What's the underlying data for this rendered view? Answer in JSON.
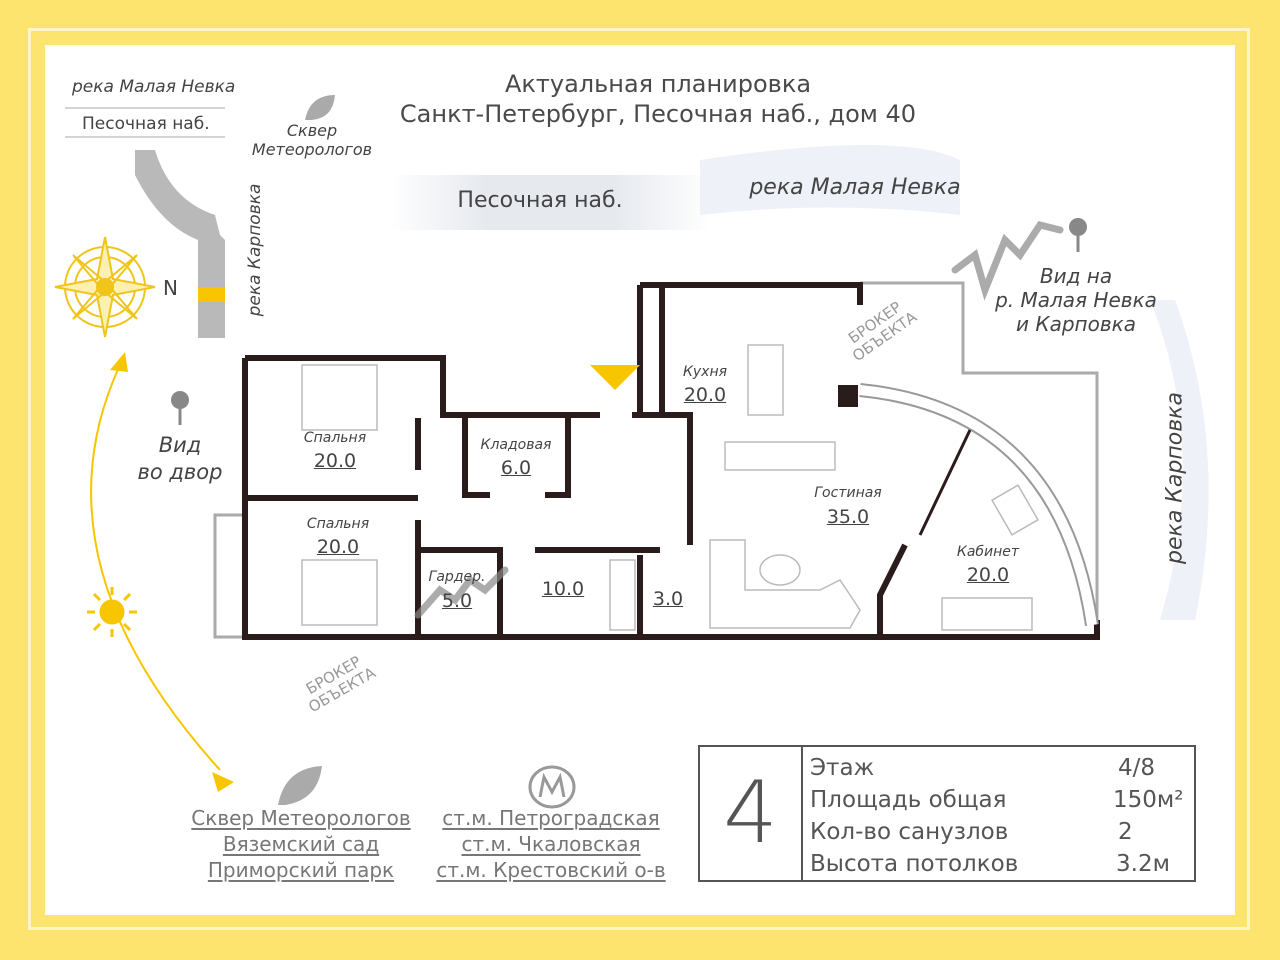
{
  "header": {
    "title_line1": "Актуальная планировка",
    "title_line2": "Санкт-Петербург, Песочная наб., дом 40"
  },
  "map": {
    "river_top_left": "река  Малая Невка",
    "embankment_top_left": "Песочная наб.",
    "square": [
      "Сквер",
      "Метеорологов"
    ],
    "river_karpovka_left": "река  Карповка",
    "north": "N",
    "embankment_band": "Песочная наб.",
    "river_top": "река  Малая Невка",
    "view_right": [
      "Вид на",
      "р. Малая Невка",
      "и Карповка"
    ],
    "river_karpovka_right": "река  Карповка",
    "view_yard": [
      "Вид",
      "во двор"
    ]
  },
  "watermark": [
    "БРОКЕР",
    "ОБЪЕКТА"
  ],
  "rooms": [
    {
      "name": "Спальня",
      "area": "20.0"
    },
    {
      "name": "Спальня",
      "area": "20.0"
    },
    {
      "name": "Кладовая",
      "area": "6.0"
    },
    {
      "name": "Гардер.",
      "area": "5.0"
    },
    {
      "name": "",
      "area": "10.0"
    },
    {
      "name": "",
      "area": "3.0"
    },
    {
      "name": "Кухня",
      "area": "20.0"
    },
    {
      "name": "Гостиная",
      "area": "35.0"
    },
    {
      "name": "Кабинет",
      "area": "20.0"
    }
  ],
  "nearby": {
    "parks": [
      "Сквер Метеорологов",
      "Вяземский сад",
      "Приморский парк"
    ],
    "metro": [
      "ст.м. Петроградская",
      "ст.м. Чкаловская",
      "ст.м. Крестовский о-в"
    ]
  },
  "info": {
    "floor_big": "4",
    "rows": [
      {
        "label": "Этаж",
        "value": "4/8"
      },
      {
        "label": "Площадь общая",
        "value": "150м²"
      },
      {
        "label": "Кол-во санузлов",
        "value": "2"
      },
      {
        "label": "Высота потолков",
        "value": "3.2м"
      }
    ]
  },
  "colors": {
    "accent": "#f7c600",
    "frame": "#fde46f",
    "wall": "#2a1c1a"
  }
}
